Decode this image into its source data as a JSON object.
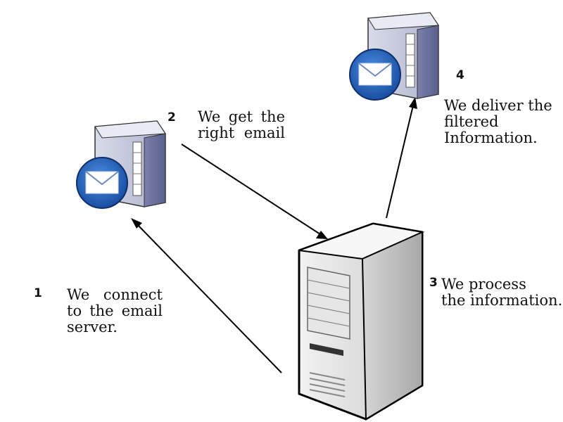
{
  "steps": [
    {
      "number": "1",
      "lines": [
        "We connect",
        "to the email",
        "server."
      ]
    },
    {
      "number": "2",
      "lines": [
        "We get the",
        "right email"
      ]
    },
    {
      "number": "3",
      "lines": [
        "We process",
        "the information."
      ]
    },
    {
      "number": "4",
      "lines": [
        "We deliver the",
        "filtered",
        "Information."
      ]
    }
  ],
  "icons": {
    "email_server": "mail-server-icon",
    "processing_server": "server-tower-icon",
    "delivery_server": "mail-server-icon"
  },
  "colors": {
    "envelope_badge": "#1f5ab4",
    "server_side": "#8a8fb8",
    "tower_body": "#d9d9d9",
    "arrow": "#000000"
  }
}
